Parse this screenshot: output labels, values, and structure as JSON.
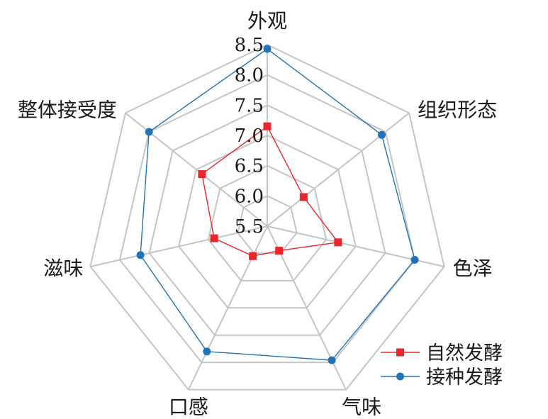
{
  "colors": {
    "grid": "#c4c4c4",
    "natural": "#e8262b",
    "inoculated": "#2173b8"
  },
  "chart_data": {
    "type": "radar",
    "categories": [
      "外观",
      "组织形态",
      "色泽",
      "气味",
      "口感",
      "滋味",
      "整体接受度"
    ],
    "rlim": [
      5.5,
      8.5
    ],
    "ticks": [
      "5.5",
      "6.0",
      "6.5",
      "7.0",
      "7.5",
      "8.0",
      "8.5"
    ],
    "grid": true,
    "legend_position": "bottom-right",
    "series": [
      {
        "name": "自然发酵",
        "marker": "square",
        "values": [
          7.15,
          6.27,
          6.7,
          5.95,
          6.05,
          6.4,
          6.88
        ]
      },
      {
        "name": "接种发酵",
        "marker": "circle",
        "values": [
          8.43,
          7.92,
          8.0,
          7.96,
          7.8,
          7.65,
          8.0
        ]
      }
    ]
  }
}
